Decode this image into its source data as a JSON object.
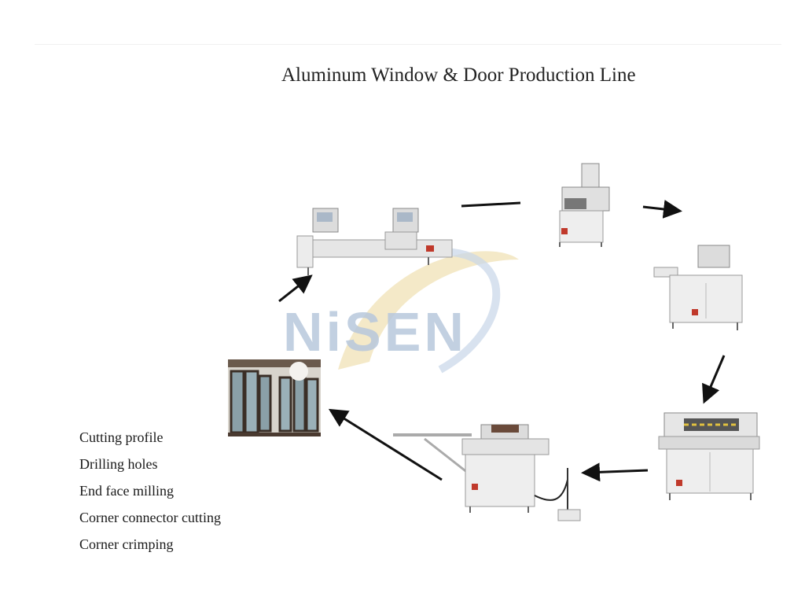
{
  "title": "Aluminum Window & Door Production Line",
  "watermark": "NiSEN",
  "steps": [
    "Cutting profile",
    "Drilling holes",
    "End face milling",
    "Corner connector cutting",
    "Corner crimping"
  ],
  "colors": {
    "machine_body": "#e8e8e8",
    "machine_outline": "#9a9a9a",
    "panel_red": "#c0392b",
    "arrow": "#111111",
    "watermark_blue": "#b8c8dc",
    "watermark_swoosh": "#f0d9a0"
  },
  "icons": [
    "double-head-cutting-saw-icon",
    "copy-router-drill-icon",
    "end-milling-machine-icon",
    "corner-connector-saw-icon",
    "corner-crimping-machine-icon",
    "finished-window-photo-icon"
  ]
}
